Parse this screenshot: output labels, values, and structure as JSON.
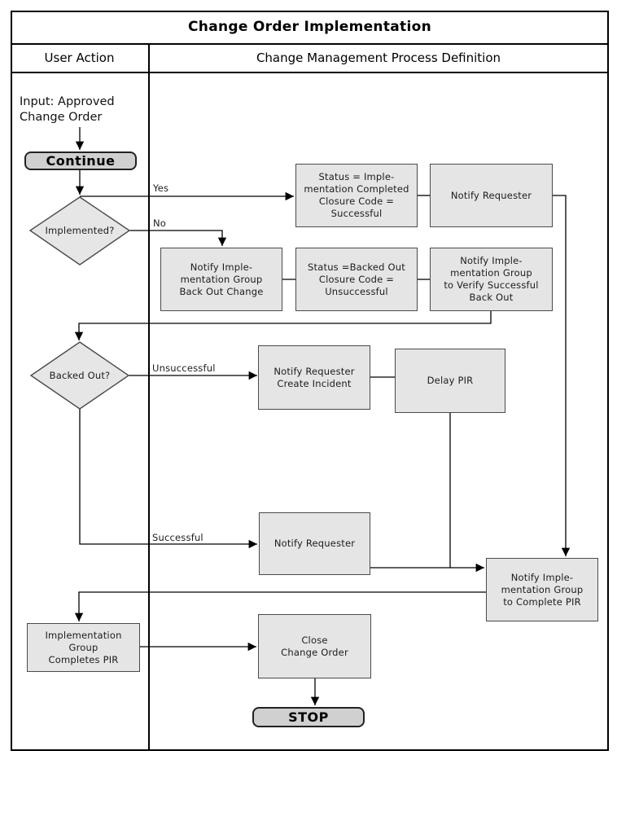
{
  "header": {
    "title": "Change Order Implementation",
    "left_column": "User Action",
    "right_column": "Change Management Process Definition"
  },
  "flow": {
    "input_label": "Input: Approved\nChange Order",
    "continue_label": "Continue",
    "stop_label": "STOP",
    "decisions": {
      "implemented": "Implemented?",
      "backed_out": "Backed Out?"
    },
    "branch_labels": {
      "yes": "Yes",
      "no": "No",
      "unsuccessful": "Unsuccessful",
      "successful": "Successful"
    },
    "boxes": {
      "status_completed": "Status = Imple-\nmentation Completed\nClosure Code =\nSuccessful",
      "notify_requester_1": "Notify Requester",
      "notify_backout": "Notify Imple-\nmentation Group\nBack Out Change",
      "status_backed_out": "Status =Backed Out\nClosure Code =\nUnsuccessful",
      "notify_verify_backout": "Notify Imple-\nmentation Group\nto Verify Successful\nBack Out",
      "notify_requester_incident": "Notify Requester\nCreate Incident",
      "delay_pir": "Delay PIR",
      "notify_requester_2": "Notify Requester",
      "notify_complete_pir": "Notify Imple-\nmentation Group\nto Complete PIR",
      "impl_group_completes_pir": "Implementation\nGroup\nCompletes PIR",
      "close_change_order": "Close\nChange Order"
    }
  },
  "colors": {
    "box_fill": "#e5e5e5",
    "box_border": "#4a4a4a",
    "terminator_fill": "#d0d0d0",
    "diamond_fill": "#e6e6e6",
    "line": "#000000"
  }
}
